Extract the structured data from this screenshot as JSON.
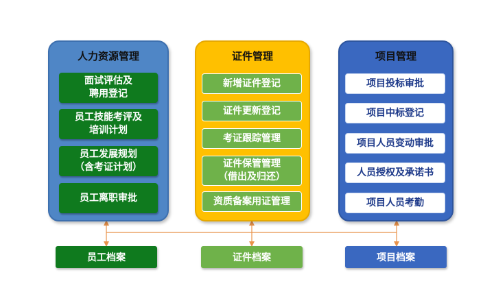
{
  "panels": {
    "hr": {
      "title": "人力资源管理",
      "items": [
        "面试评估及\n聘用登记",
        "员工技能考评及\n培训计划",
        "员工发展规划\n（含考证计划）",
        "员工离职审批"
      ]
    },
    "cert": {
      "title": "证件管理",
      "items": [
        "新增证件登记",
        "证件更新登记",
        "考证跟踪管理",
        "证件保管管理\n（借出及归还）",
        "资质备案用证管理"
      ]
    },
    "project": {
      "title": "项目管理",
      "items": [
        "项目投标审批",
        "项目中标登记",
        "项目人员变动审批",
        "人员授权及承诺书",
        "项目人员考勤"
      ]
    }
  },
  "archives": {
    "hr": "员工档案",
    "cert": "证件档案",
    "project": "项目档案"
  },
  "colors": {
    "hr_panel": "#4f86c6",
    "hr_item": "#0f7a1e",
    "cert_panel": "#ffc000",
    "cert_item": "#6fb24a",
    "project_panel": "#3a68c0",
    "project_item_text": "#1e3a8a",
    "connector": "#e8924a"
  }
}
